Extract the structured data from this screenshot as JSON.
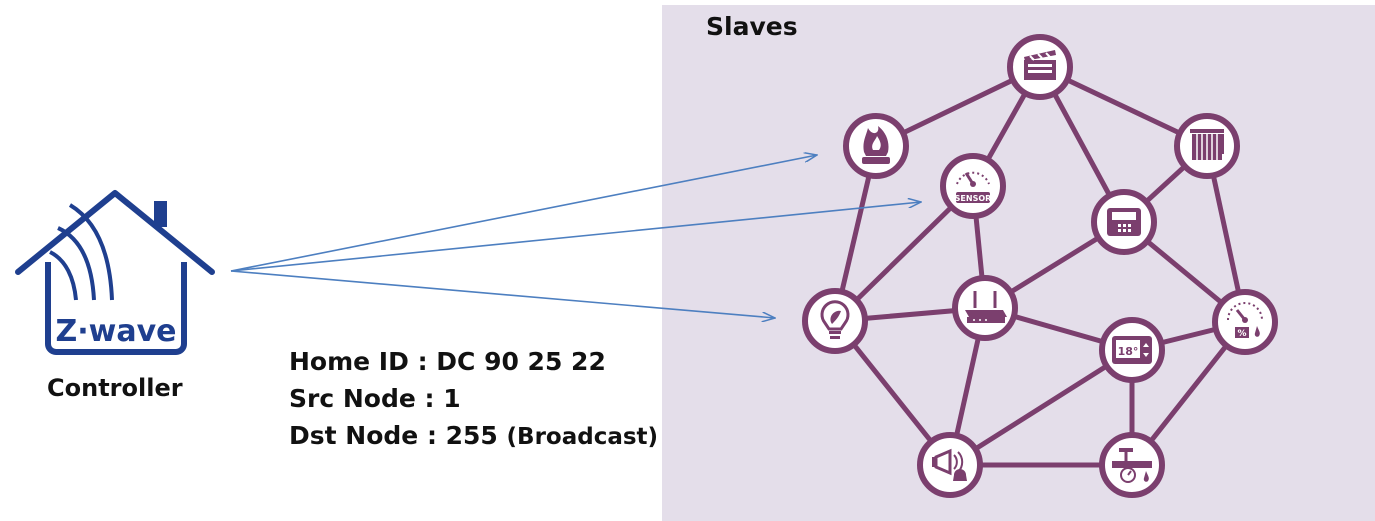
{
  "diagram": {
    "slaves_title": "Slaves",
    "controller": {
      "logo_text": "Z·wave",
      "label": "Controller"
    },
    "frame_info": {
      "home_id": "Home ID : DC 90 25 22",
      "src_node": "Src Node : 1",
      "dst_node_main": "Dst Node : 255 ",
      "dst_node_paren": "(Broadcast)"
    },
    "nodes": [
      {
        "name": "clapperboard-icon"
      },
      {
        "name": "fire-alarm-icon"
      },
      {
        "name": "blinds-icon"
      },
      {
        "name": "sensor-icon",
        "text": "SENSOR"
      },
      {
        "name": "keypad-icon"
      },
      {
        "name": "light-bulb-icon"
      },
      {
        "name": "router-icon"
      },
      {
        "name": "thermostat-icon",
        "text": "18°"
      },
      {
        "name": "humidity-gauge-icon",
        "text": "%"
      },
      {
        "name": "siren-icon"
      },
      {
        "name": "water-valve-icon"
      }
    ],
    "colors": {
      "node_ring": "#7b3f6e",
      "node_fill": "#ffffff",
      "edge": "#7b3f6e",
      "arrow": "#4d7fc0",
      "logo": "#1f3f8f",
      "panel": "#e4deea"
    }
  }
}
